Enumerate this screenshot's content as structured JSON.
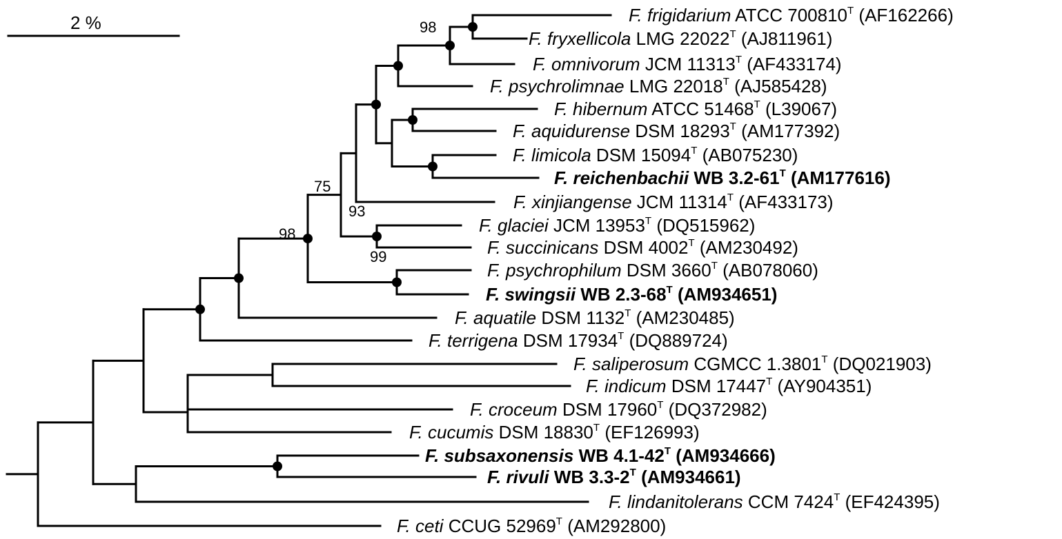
{
  "scale_bar": {
    "label": "2 %"
  },
  "taxa": [
    {
      "id": "frigidarium",
      "genus": "F.",
      "species": "frigidarium",
      "strain": "ATCC 700810",
      "type": "T",
      "accession": "(AF162266)",
      "bold": false
    },
    {
      "id": "fryxellicola",
      "genus": "F.",
      "species": "fryxellicola",
      "strain": "LMG 22022",
      "type": "T",
      "accession": "(AJ811961)",
      "bold": false
    },
    {
      "id": "omnivorum",
      "genus": "F.",
      "species": "omnivorum",
      "strain": "JCM 11313",
      "type": "T",
      "accession": "(AF433174)",
      "bold": false
    },
    {
      "id": "psychrolimnae",
      "genus": "F.",
      "species": "psychrolimnae",
      "strain": "LMG 22018",
      "type": "T",
      "accession": "(AJ585428)",
      "bold": false
    },
    {
      "id": "hibernum",
      "genus": "F.",
      "species": "hibernum",
      "strain": "ATCC 51468",
      "type": "T",
      "accession": "(L39067)",
      "bold": false
    },
    {
      "id": "aquidurense",
      "genus": "F.",
      "species": "aquidurense",
      "strain": "DSM 18293",
      "type": "T",
      "accession": "(AM177392)",
      "bold": false
    },
    {
      "id": "limicola",
      "genus": "F.",
      "species": "limicola",
      "strain": "DSM 15094",
      "type": "T",
      "accession": "(AB075230)",
      "bold": false
    },
    {
      "id": "reichenbachii",
      "genus": "F.",
      "species": "reichenbachii",
      "strain": "WB 3.2-61",
      "type": "T",
      "accession": "(AM177616)",
      "bold": true
    },
    {
      "id": "xinjiangense",
      "genus": "F.",
      "species": "xinjiangense",
      "strain": "JCM 11314",
      "type": "T",
      "accession": "(AF433173)",
      "bold": false
    },
    {
      "id": "glaciei",
      "genus": "F.",
      "species": "glaciei",
      "strain": "JCM 13953",
      "type": "T",
      "accession": "(DQ515962)",
      "bold": false
    },
    {
      "id": "succinicans",
      "genus": "F.",
      "species": "succinicans",
      "strain": "DSM 4002",
      "type": "T",
      "accession": "(AM230492)",
      "bold": false
    },
    {
      "id": "psychrophilum",
      "genus": "F.",
      "species": "psychrophilum",
      "strain": "DSM 3660",
      "type": "T",
      "accession": "(AB078060)",
      "bold": false
    },
    {
      "id": "swingsii",
      "genus": "F.",
      "species": "swingsii",
      "strain": "WB 2.3-68",
      "type": "T",
      "accession": "(AM934651)",
      "bold": true
    },
    {
      "id": "aquatile",
      "genus": "F.",
      "species": "aquatile",
      "strain": "DSM 1132",
      "type": "T",
      "accession": " (AM230485)",
      "bold": false
    },
    {
      "id": "terrigena",
      "genus": "F.",
      "species": "terrigena",
      "strain": "DSM 17934",
      "type": "T",
      "accession": "(DQ889724)",
      "bold": false
    },
    {
      "id": "saliperosum",
      "genus": "F.",
      "species": "saliperosum",
      "strain": "CGMCC 1.3801",
      "type": "T",
      "accession": "(DQ021903)",
      "bold": false
    },
    {
      "id": "indicum",
      "genus": "F.",
      "species": "indicum",
      "strain": "DSM 17447",
      "type": "T",
      "accession": "(AY904351)",
      "bold": false
    },
    {
      "id": "croceum",
      "genus": "F.",
      "species": "croceum",
      "strain": "DSM 17960",
      "type": "T",
      "accession": "(DQ372982)",
      "bold": false
    },
    {
      "id": "cucumis",
      "genus": "F.",
      "species": "cucumis",
      "strain": "DSM 18830",
      "type": "T",
      "accession": "(EF126993)",
      "bold": false
    },
    {
      "id": "subsaxonensis",
      "genus": "F.",
      "species": "subsaxonensis",
      "strain": "WB 4.1-42",
      "type": "T",
      "accession": "(AM934666)",
      "bold": true
    },
    {
      "id": "rivuli",
      "genus": "F.",
      "species": "rivuli",
      "strain": "WB 3.3-2",
      "type": "T",
      "accession": "(AM934661)",
      "bold": true
    },
    {
      "id": "lindanitolerans",
      "genus": "F.",
      "species": "lindanitolerans",
      "strain": "CCM 7424",
      "type": "T",
      "accession": "(EF424395)",
      "bold": false
    },
    {
      "id": "ceti",
      "genus": "F.",
      "species": "ceti",
      "strain": "CCUG 52969",
      "type": "T",
      "accession": "(AM292800)",
      "bold": false
    }
  ],
  "bootstrap_values": [
    {
      "id": "bs-frigidarium-clade",
      "value": "98"
    },
    {
      "id": "bs-upper-clade",
      "value": "75"
    },
    {
      "id": "bs-glaciei-clade",
      "value": "93"
    },
    {
      "id": "bs-main-clade",
      "value": "98"
    },
    {
      "id": "bs-psychrophilum-clade",
      "value": "99"
    }
  ]
}
